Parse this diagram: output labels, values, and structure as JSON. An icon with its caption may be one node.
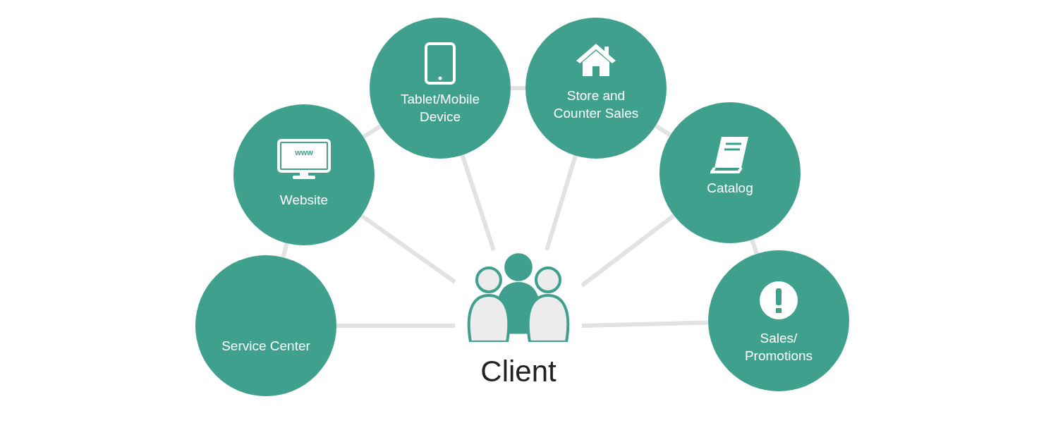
{
  "diagram": {
    "nodes": [
      {
        "text": [
          "Service Center"
        ]
      },
      {
        "text": [
          "Website"
        ]
      },
      {
        "text": [
          "Tablet/Mobile Device"
        ]
      },
      {
        "text": [
          "Store and Counter Sales"
        ]
      },
      {
        "text": [
          "Catalog"
        ]
      },
      {
        "text": [
          "Sales/ Promotions"
        ]
      },
      {
        "text": [
          "Client"
        ]
      }
    ],
    "edges": [
      {
        "from": 6,
        "to": 0,
        "arrow": "none"
      },
      {
        "from": 6,
        "to": 1,
        "arrow": "none"
      },
      {
        "from": 6,
        "to": 2,
        "arrow": "none"
      },
      {
        "from": 6,
        "to": 3,
        "arrow": "none"
      },
      {
        "from": 6,
        "to": 4,
        "arrow": "none"
      },
      {
        "from": 6,
        "to": 5,
        "arrow": "none"
      },
      {
        "from": 0,
        "to": 1,
        "arrow": "none"
      },
      {
        "from": 1,
        "to": 2,
        "arrow": "none"
      },
      {
        "from": 2,
        "to": 3,
        "arrow": "none"
      },
      {
        "from": 3,
        "to": 4,
        "arrow": "none"
      },
      {
        "from": 4,
        "to": 5,
        "arrow": "none"
      }
    ],
    "labels": [
      "www"
    ]
  }
}
